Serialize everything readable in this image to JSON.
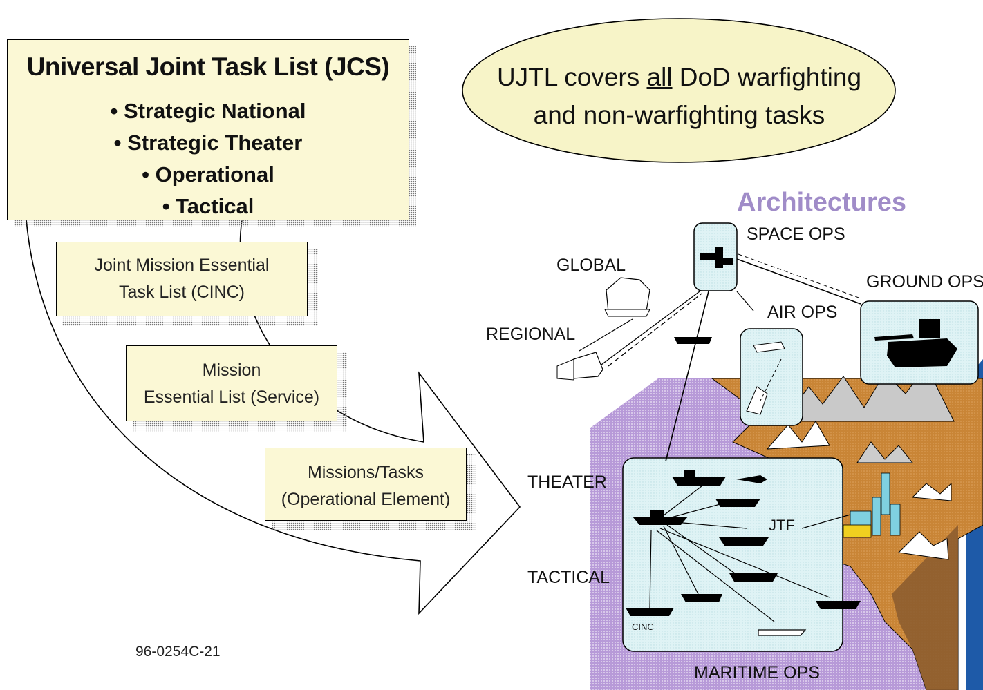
{
  "ujtl": {
    "title": "Universal Joint Task List (JCS)",
    "items": [
      "• Strategic National",
      "• Strategic Theater",
      "• Operational",
      "• Tactical"
    ]
  },
  "jmetl": {
    "line1": "Joint Mission Essential",
    "line2": "Task List (CINC)"
  },
  "metl": {
    "line1": "Mission",
    "line2": "Essential List (Service)"
  },
  "missions": {
    "line1": "Missions/Tasks",
    "line2": "(Operational Element)"
  },
  "ellipse": {
    "pre": "UJTL covers ",
    "emph": "all",
    "post": " DoD warfighting",
    "line2": "and non-warfighting tasks"
  },
  "architectures": {
    "title": "Architectures",
    "labels": {
      "space_ops": "SPACE OPS",
      "global": "GLOBAL",
      "ground_ops": "GROUND OPS",
      "air_ops": "AIR OPS",
      "regional": "REGIONAL",
      "theater": "THEATER",
      "tactical": "TACTICAL",
      "jtf": "JTF",
      "cinc": "CINC",
      "maritime_ops": "MARITIME OPS"
    }
  },
  "doc_number": "96-0254C-21",
  "colors": {
    "box_fill": "#fbf8d5",
    "ellipse_fill": "#f7f4c8",
    "purple": "#a88fd0",
    "orange": "#cc8a3c",
    "brown": "#8a5a2e",
    "ice": "#dff2f4",
    "blue": "#1e5aa8",
    "title_purple": "#a08cc8"
  }
}
